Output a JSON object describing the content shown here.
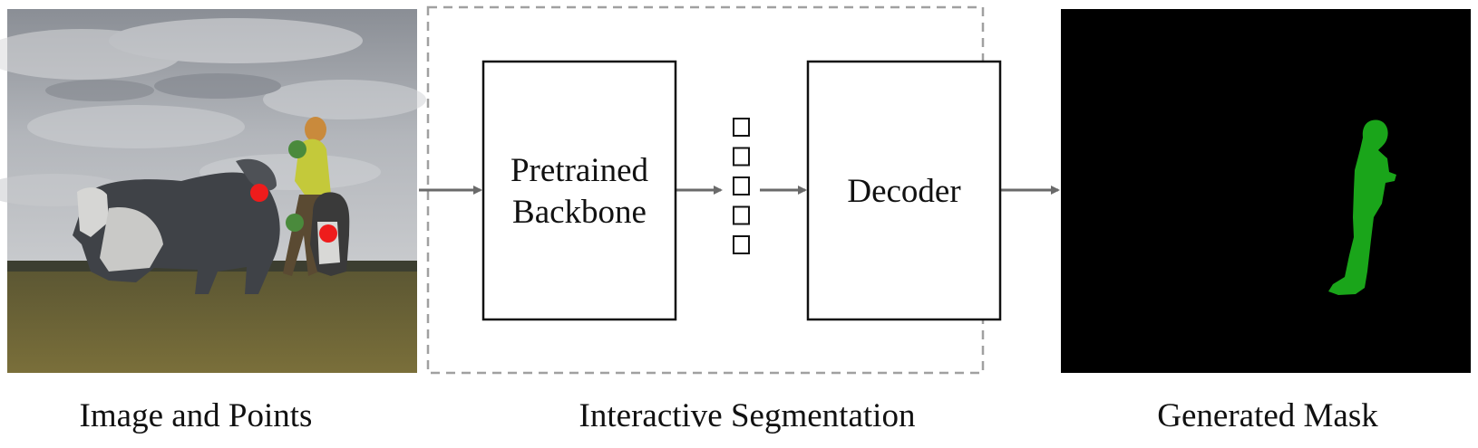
{
  "captions": {
    "input": "Image and Points",
    "process": "Interactive Segmentation",
    "output": "Generated Mask"
  },
  "blocks": {
    "backbone": {
      "line1": "Pretrained",
      "line2": "Backbone"
    },
    "decoder": {
      "label": "Decoder"
    }
  },
  "tokens": {
    "count": 5
  },
  "points": {
    "positive_color": "#4a8a3c",
    "negative_color": "#ee1c1c"
  },
  "mask_color": "#1aa51a",
  "colors": {
    "arrow": "#6a6a6a",
    "dashed_border": "#a0a0a0",
    "mask_background": "#000000"
  }
}
